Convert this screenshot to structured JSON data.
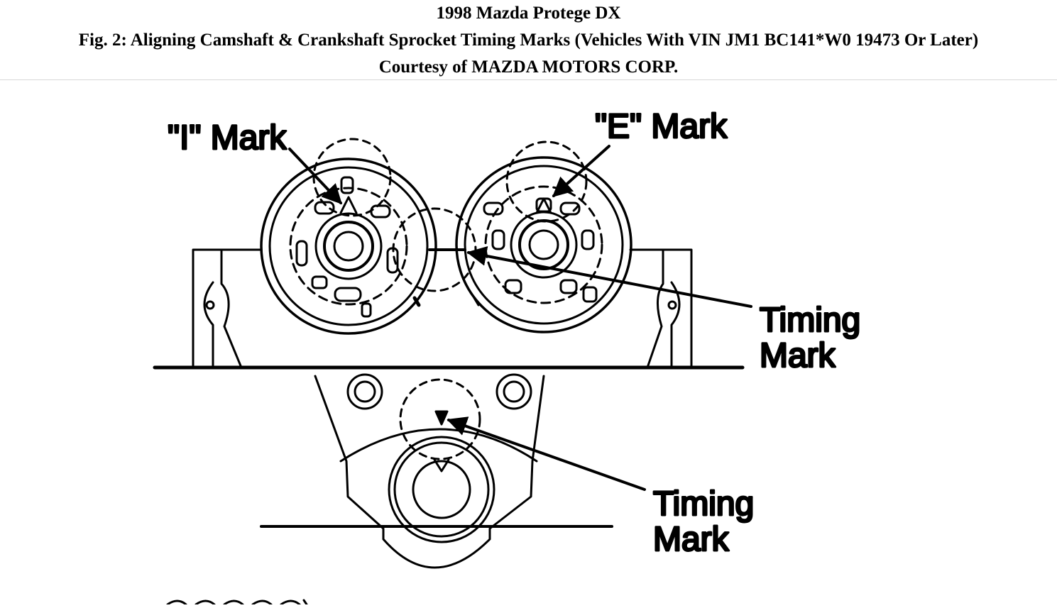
{
  "header": {
    "line1": "1998 Mazda Protege DX",
    "line2": "Fig. 2: Aligning Camshaft & Crankshaft Sprocket Timing Marks (Vehicles With VIN JM1 BC141*W0 19473 Or Later)",
    "line3": "Courtesy of MAZDA MOTORS CORP."
  },
  "diagram": {
    "labels": {
      "i_mark": "\"I\" Mark",
      "e_mark": "\"E\" Mark",
      "cam_timing_line1": "Timing",
      "cam_timing_line2": "Mark",
      "crank_timing_line1": "Timing",
      "crank_timing_line2": "Mark"
    }
  }
}
